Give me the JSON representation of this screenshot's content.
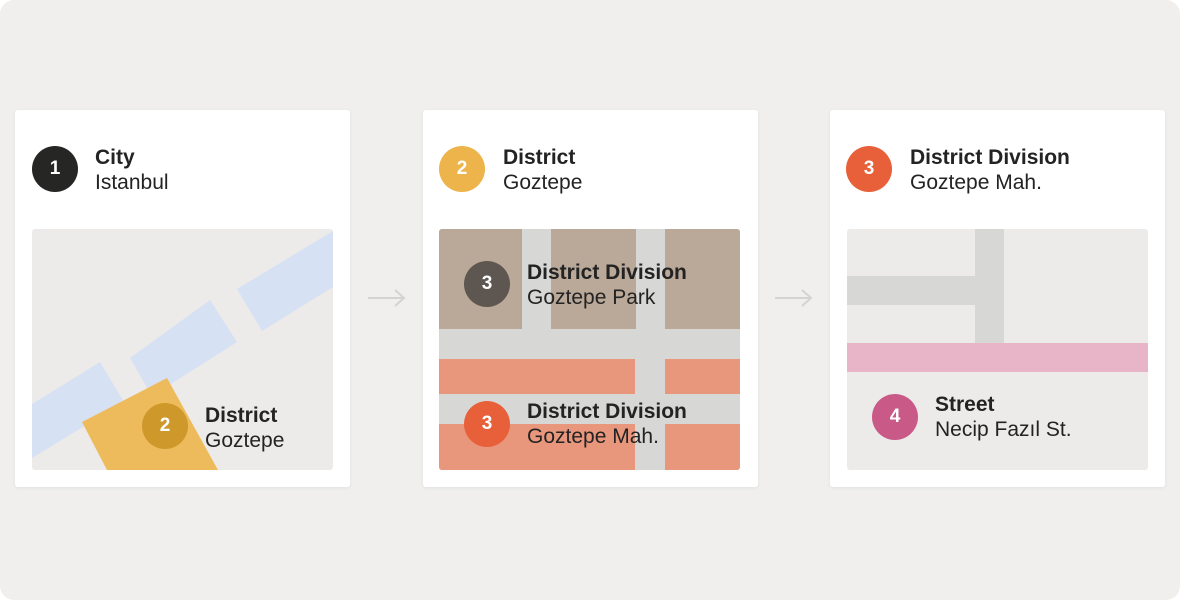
{
  "colors": {
    "background": "#f0efed",
    "card": "#ffffff",
    "map_base": "#ecebea",
    "water": "#d6e1f3",
    "district": "#edbb5c",
    "road": "#d7d7d6",
    "park": "#baa898",
    "district_division": "#e9977c",
    "street": "#e8b5c8",
    "level_1": "#262624",
    "level_2": "#ecb44a",
    "level_2_dark": "#cf982b",
    "level_3": "#e8603a",
    "level_3_park": "#5d5651",
    "level_4": "#c95a88",
    "arrow": "#d4d3d1"
  },
  "steps": [
    {
      "level": "1",
      "title": "City",
      "name": "Istanbul",
      "map_label": {
        "level": "2",
        "title": "District",
        "name": "Goztepe"
      }
    },
    {
      "level": "2",
      "title": "District",
      "name": "Goztepe",
      "map_labels": [
        {
          "level": "3",
          "title": "District Division",
          "name": "Goztepe Park"
        },
        {
          "level": "3",
          "title": "District Division",
          "name": "Goztepe Mah."
        }
      ]
    },
    {
      "level": "3",
      "title": "District Division",
      "name": "Goztepe Mah.",
      "map_label": {
        "level": "4",
        "title": "Street",
        "name": "Necip Fazıl St."
      }
    }
  ],
  "icons": {
    "connector": "arrow-right-icon"
  }
}
